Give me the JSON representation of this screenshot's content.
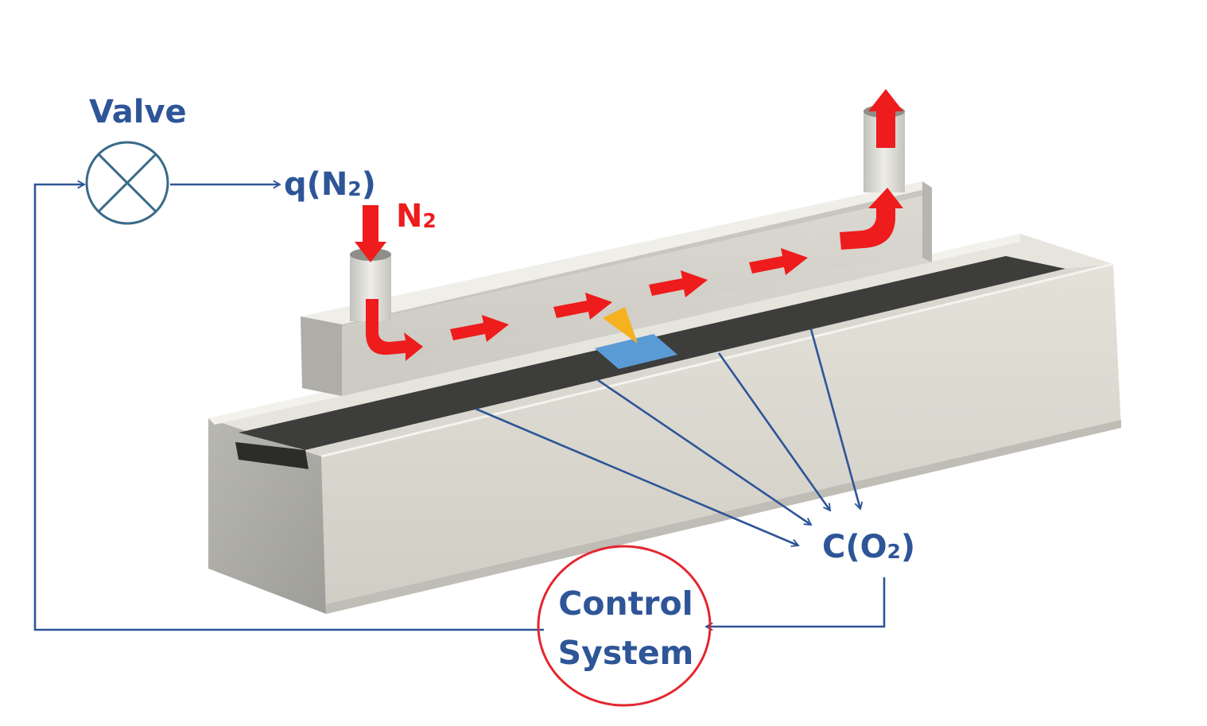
{
  "labels": {
    "valve": "Valve",
    "flow_prefix": "q(N",
    "flow_sub": "2",
    "flow_suffix": ")",
    "inlet_gas": "N",
    "inlet_gas_sub": "2",
    "oxygen_prefix": "C(O",
    "oxygen_sub": "2",
    "oxygen_suffix": ")",
    "control_line1": "Control",
    "control_line2": "System"
  },
  "colors": {
    "signal_line": "#2e5597",
    "gas_flow_arrow": "#ee1c1c",
    "control_ring": "#e4262f",
    "valve_symbol": "#3a6a8a",
    "conveyor_belt": "#3d3d3b",
    "sample": "#5b9bd5",
    "sample_marker": "#f5b21e",
    "housing": "#dedcd3"
  },
  "icons": {
    "valve": "valve-icon",
    "flow_arrows": "gas-flow-arrow-icon",
    "sample_marker": "triangle-marker-icon"
  }
}
